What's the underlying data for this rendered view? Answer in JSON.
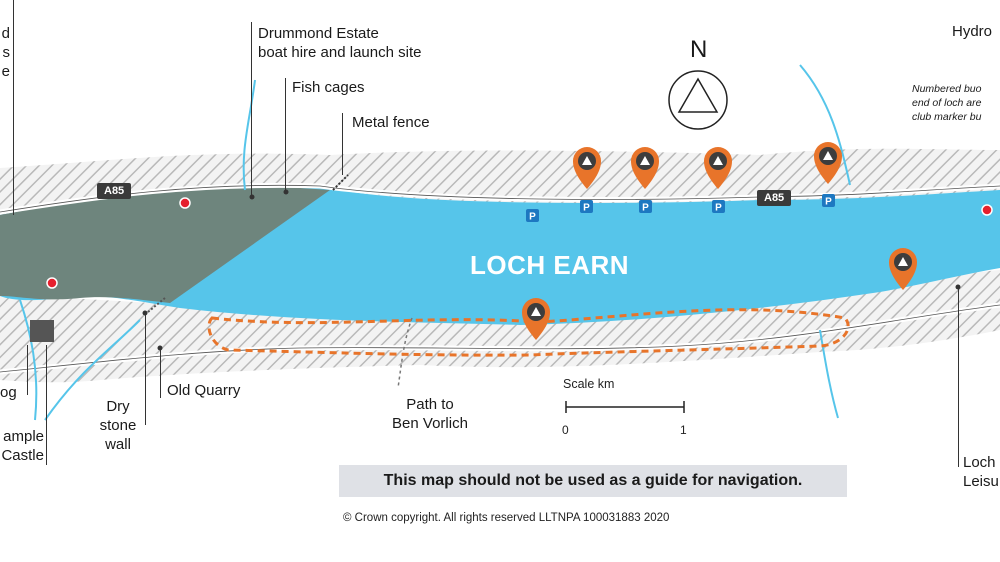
{
  "map": {
    "title": "LOCH EARN",
    "compass_label": "N",
    "roads": [
      "A85",
      "A85"
    ],
    "labels": {
      "top_left_partial": [
        "d",
        "s",
        "e"
      ],
      "drummond_estate": [
        "Drummond Estate",
        "boat hire and launch site"
      ],
      "fish_cages": "Fish cages",
      "metal_fence": "Metal fence",
      "hydro_partial": "Hydro",
      "buoy_note": [
        "Numbered buo",
        "end of loch are",
        "club marker bu"
      ],
      "og_partial": "og",
      "ample_castle_partial": [
        "ample",
        "Castle"
      ],
      "dry_stone_wall": [
        "Dry",
        "stone",
        "wall"
      ],
      "old_quarry": "Old Quarry",
      "path_ben_vorlich": [
        "Path to",
        "Ben Vorlich"
      ],
      "loch_leisure_partial": [
        "Loch",
        "Leisu"
      ]
    },
    "parking_symbol": "P",
    "scale": {
      "title": "Scale km",
      "start": "0",
      "end": "1"
    },
    "warning": "This map should not be used as a guide for navigation.",
    "copyright": "© Crown copyright. All rights reserved LLTNPA 100031883 2020",
    "colors": {
      "water": "#56c5ea",
      "restricted_zone": "#6e857d",
      "shore_hatch": "#bfbfbf",
      "campsite_marker": "#e8742a",
      "parking": "#1d78c1",
      "footpath": "#e8742a",
      "buoy": "#e5202e"
    }
  }
}
